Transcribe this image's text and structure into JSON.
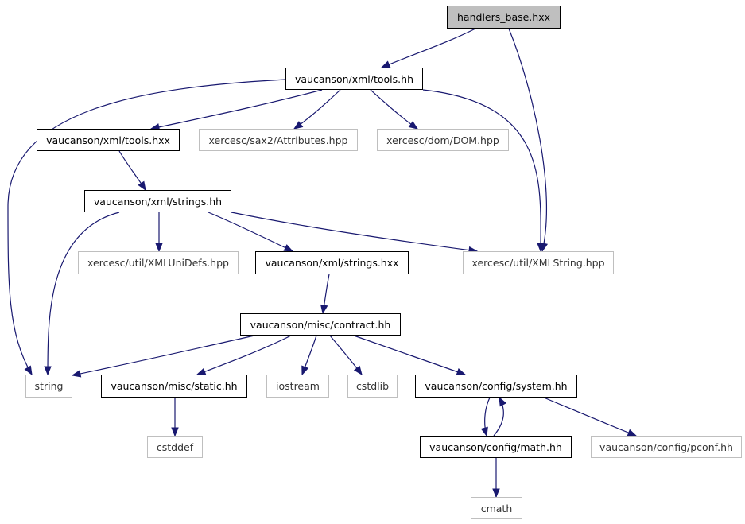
{
  "colors": {
    "edge": "#191970",
    "node_border": "#000000",
    "external_border": "#bfbfbf",
    "root_fill": "#bfbfbf"
  },
  "nodes": {
    "handlers_base": {
      "label": "handlers_base.hxx"
    },
    "tools_hh": {
      "label": "vaucanson/xml/tools.hh"
    },
    "tools_hxx": {
      "label": "vaucanson/xml/tools.hxx"
    },
    "attributes_hpp": {
      "label": "xercesc/sax2/Attributes.hpp"
    },
    "dom_hpp": {
      "label": "xercesc/dom/DOM.hpp"
    },
    "strings_hh": {
      "label": "vaucanson/xml/strings.hh"
    },
    "xmlunidefs_hpp": {
      "label": "xercesc/util/XMLUniDefs.hpp"
    },
    "strings_hxx": {
      "label": "vaucanson/xml/strings.hxx"
    },
    "xmlstring_hpp": {
      "label": "xercesc/util/XMLString.hpp"
    },
    "contract_hh": {
      "label": "vaucanson/misc/contract.hh"
    },
    "string": {
      "label": "string"
    },
    "static_hh": {
      "label": "vaucanson/misc/static.hh"
    },
    "iostream": {
      "label": "iostream"
    },
    "cstdlib": {
      "label": "cstdlib"
    },
    "system_hh": {
      "label": "vaucanson/config/system.hh"
    },
    "cstddef": {
      "label": "cstddef"
    },
    "math_hh": {
      "label": "vaucanson/config/math.hh"
    },
    "pconf_hh": {
      "label": "vaucanson/config/pconf.hh"
    },
    "cmath": {
      "label": "cmath"
    }
  },
  "edges": [
    [
      "handlers_base",
      "tools_hh"
    ],
    [
      "handlers_base",
      "xmlstring_hpp"
    ],
    [
      "tools_hh",
      "tools_hxx"
    ],
    [
      "tools_hh",
      "attributes_hpp"
    ],
    [
      "tools_hh",
      "dom_hpp"
    ],
    [
      "tools_hh",
      "xmlstring_hpp"
    ],
    [
      "tools_hh",
      "string"
    ],
    [
      "tools_hxx",
      "strings_hh"
    ],
    [
      "strings_hh",
      "string"
    ],
    [
      "strings_hh",
      "xmlunidefs_hpp"
    ],
    [
      "strings_hh",
      "strings_hxx"
    ],
    [
      "strings_hh",
      "xmlstring_hpp"
    ],
    [
      "strings_hxx",
      "contract_hh"
    ],
    [
      "contract_hh",
      "string"
    ],
    [
      "contract_hh",
      "static_hh"
    ],
    [
      "contract_hh",
      "iostream"
    ],
    [
      "contract_hh",
      "cstdlib"
    ],
    [
      "contract_hh",
      "system_hh"
    ],
    [
      "static_hh",
      "cstddef"
    ],
    [
      "system_hh",
      "math_hh"
    ],
    [
      "system_hh",
      "pconf_hh"
    ],
    [
      "math_hh",
      "system_hh"
    ],
    [
      "math_hh",
      "cmath"
    ]
  ]
}
